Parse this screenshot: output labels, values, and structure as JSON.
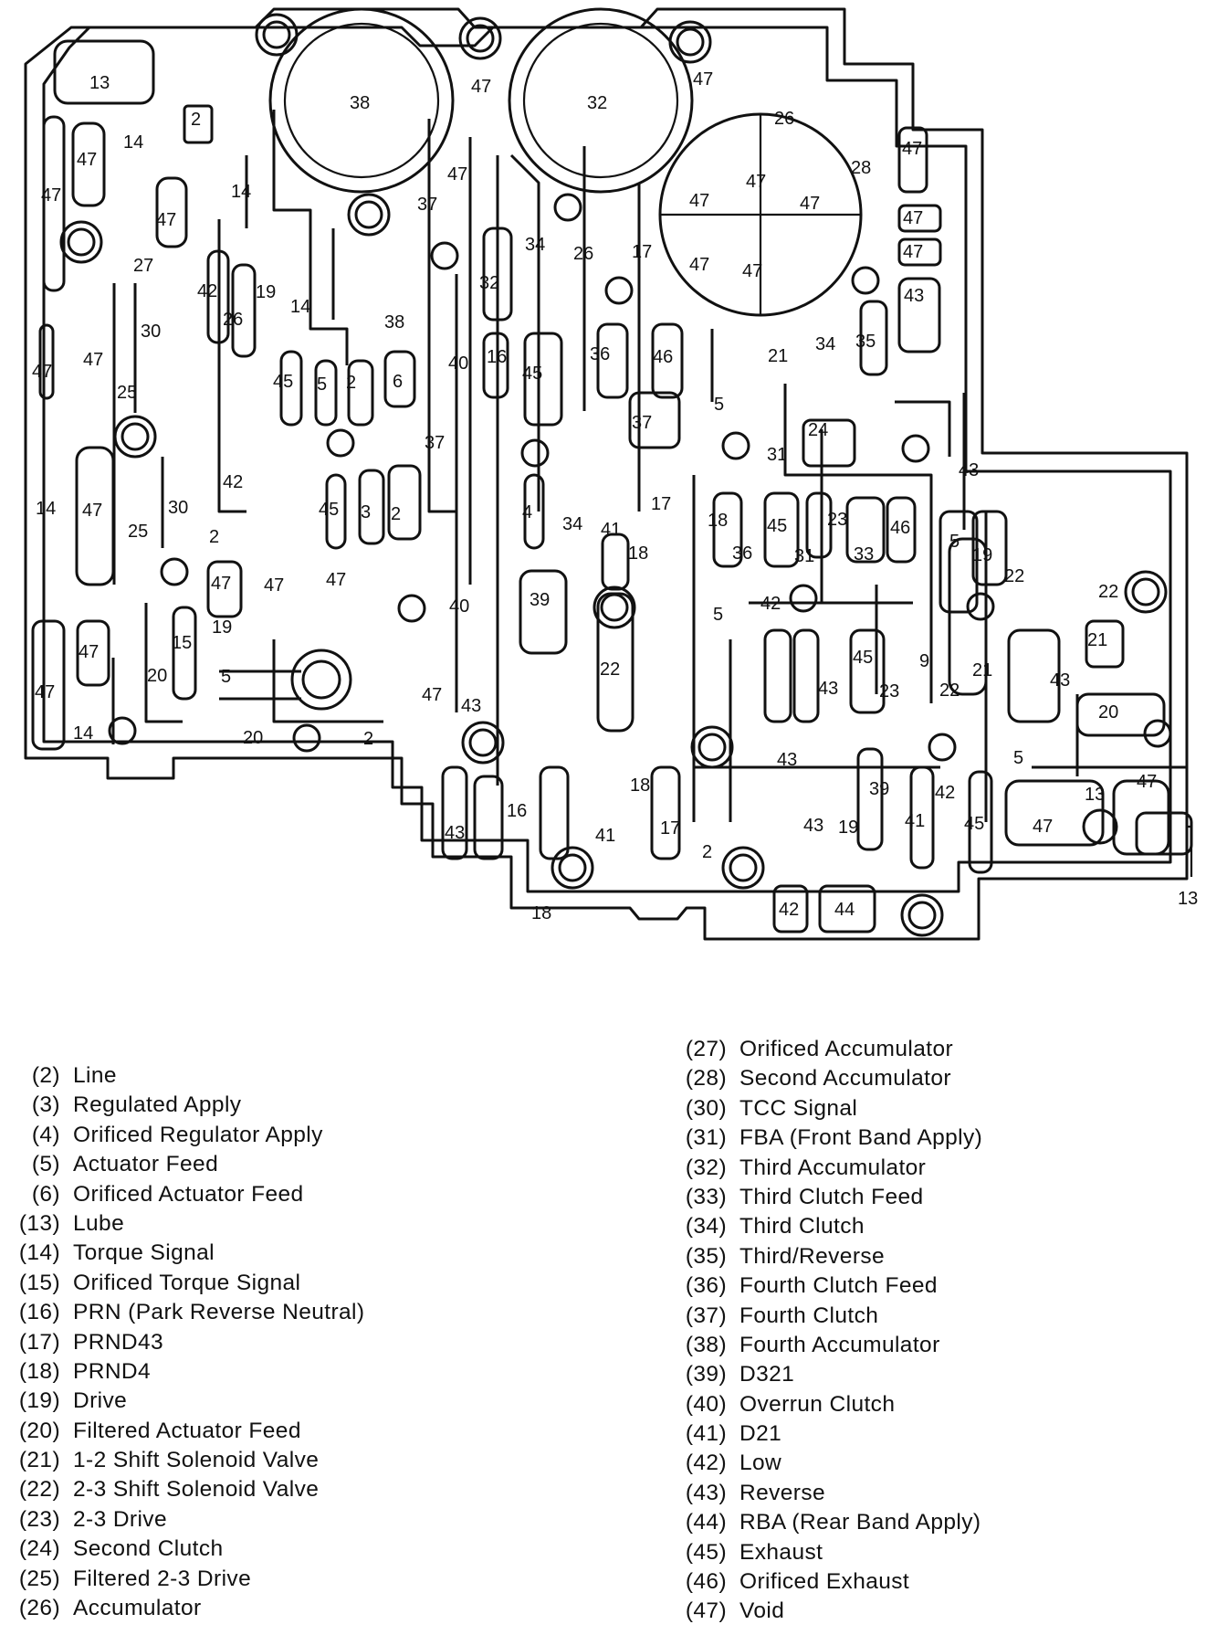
{
  "diagram": {
    "callout": "13",
    "labels": [
      {
        "id": "l1",
        "text": "13"
      },
      {
        "id": "l2",
        "text": "38"
      },
      {
        "id": "l3",
        "text": "47"
      },
      {
        "id": "l4",
        "text": "32"
      },
      {
        "id": "l5",
        "text": "47"
      },
      {
        "id": "l6",
        "text": "2"
      },
      {
        "id": "l7",
        "text": "26"
      },
      {
        "id": "l8",
        "text": "47"
      },
      {
        "id": "l9",
        "text": "14"
      },
      {
        "id": "l10",
        "text": "47"
      },
      {
        "id": "l11",
        "text": "28"
      },
      {
        "id": "l12",
        "text": "47"
      },
      {
        "id": "l13",
        "text": "47"
      },
      {
        "id": "l14",
        "text": "14"
      },
      {
        "id": "l15",
        "text": "47"
      },
      {
        "id": "l16",
        "text": "47"
      },
      {
        "id": "l17",
        "text": "37"
      },
      {
        "id": "l18",
        "text": "47"
      },
      {
        "id": "l19",
        "text": "47"
      },
      {
        "id": "l20",
        "text": "47"
      },
      {
        "id": "l21",
        "text": "34"
      },
      {
        "id": "l22",
        "text": "26"
      },
      {
        "id": "l23",
        "text": "17"
      },
      {
        "id": "l24",
        "text": "47"
      },
      {
        "id": "l25",
        "text": "47"
      },
      {
        "id": "l26",
        "text": "47"
      },
      {
        "id": "l27",
        "text": "27"
      },
      {
        "id": "l28",
        "text": "42"
      },
      {
        "id": "l29",
        "text": "19"
      },
      {
        "id": "l30",
        "text": "32"
      },
      {
        "id": "l31",
        "text": "43"
      },
      {
        "id": "l32",
        "text": "30"
      },
      {
        "id": "l33",
        "text": "26"
      },
      {
        "id": "l34",
        "text": "14"
      },
      {
        "id": "l35",
        "text": "38"
      },
      {
        "id": "l36",
        "text": "34"
      },
      {
        "id": "l37",
        "text": "35"
      },
      {
        "id": "l38",
        "text": "47"
      },
      {
        "id": "l39",
        "text": "47"
      },
      {
        "id": "l40",
        "text": "45"
      },
      {
        "id": "l41",
        "text": "5"
      },
      {
        "id": "l42",
        "text": "2"
      },
      {
        "id": "l43",
        "text": "6"
      },
      {
        "id": "l44",
        "text": "40"
      },
      {
        "id": "l45",
        "text": "16"
      },
      {
        "id": "l46",
        "text": "45"
      },
      {
        "id": "l47",
        "text": "36"
      },
      {
        "id": "l48",
        "text": "46"
      },
      {
        "id": "l49",
        "text": "21"
      },
      {
        "id": "l50",
        "text": "25"
      },
      {
        "id": "l51",
        "text": "5"
      },
      {
        "id": "l52",
        "text": "37"
      },
      {
        "id": "l53",
        "text": "24"
      },
      {
        "id": "l54",
        "text": "37"
      },
      {
        "id": "l55",
        "text": "31"
      },
      {
        "id": "l56",
        "text": "43"
      },
      {
        "id": "l57",
        "text": "14"
      },
      {
        "id": "l58",
        "text": "47"
      },
      {
        "id": "l59",
        "text": "30"
      },
      {
        "id": "l60",
        "text": "42"
      },
      {
        "id": "l61",
        "text": "45"
      },
      {
        "id": "l62",
        "text": "3"
      },
      {
        "id": "l63",
        "text": "2"
      },
      {
        "id": "l64",
        "text": "4"
      },
      {
        "id": "l65",
        "text": "17"
      },
      {
        "id": "l66",
        "text": "25"
      },
      {
        "id": "l67",
        "text": "2"
      },
      {
        "id": "l68",
        "text": "34"
      },
      {
        "id": "l69",
        "text": "41"
      },
      {
        "id": "l70",
        "text": "18"
      },
      {
        "id": "l71",
        "text": "18"
      },
      {
        "id": "l72",
        "text": "36"
      },
      {
        "id": "l73",
        "text": "45"
      },
      {
        "id": "l74",
        "text": "31"
      },
      {
        "id": "l75",
        "text": "23"
      },
      {
        "id": "l76",
        "text": "33"
      },
      {
        "id": "l77",
        "text": "46"
      },
      {
        "id": "l78",
        "text": "5"
      },
      {
        "id": "l79",
        "text": "19"
      },
      {
        "id": "l80",
        "text": "22"
      },
      {
        "id": "l81",
        "text": "47"
      },
      {
        "id": "l82",
        "text": "47"
      },
      {
        "id": "l83",
        "text": "47"
      },
      {
        "id": "l84",
        "text": "39"
      },
      {
        "id": "l85",
        "text": "40"
      },
      {
        "id": "l86",
        "text": "42"
      },
      {
        "id": "l87",
        "text": "22"
      },
      {
        "id": "l88",
        "text": "19"
      },
      {
        "id": "l89",
        "text": "5"
      },
      {
        "id": "l90",
        "text": "15"
      },
      {
        "id": "l91",
        "text": "47"
      },
      {
        "id": "l92",
        "text": "22"
      },
      {
        "id": "l93",
        "text": "45"
      },
      {
        "id": "l94",
        "text": "9"
      },
      {
        "id": "l95",
        "text": "21"
      },
      {
        "id": "l96",
        "text": "21"
      },
      {
        "id": "l97",
        "text": "20"
      },
      {
        "id": "l98",
        "text": "5"
      },
      {
        "id": "l99",
        "text": "47"
      },
      {
        "id": "l100",
        "text": "43"
      },
      {
        "id": "l101",
        "text": "43"
      },
      {
        "id": "l102",
        "text": "23"
      },
      {
        "id": "l103",
        "text": "22"
      },
      {
        "id": "l104",
        "text": "43"
      },
      {
        "id": "l105",
        "text": "20"
      },
      {
        "id": "l106",
        "text": "47"
      },
      {
        "id": "l107",
        "text": "14"
      },
      {
        "id": "l108",
        "text": "20"
      },
      {
        "id": "l109",
        "text": "2"
      },
      {
        "id": "l110",
        "text": "43"
      },
      {
        "id": "l111",
        "text": "18"
      },
      {
        "id": "l112",
        "text": "5"
      },
      {
        "id": "l113",
        "text": "39"
      },
      {
        "id": "l114",
        "text": "42"
      },
      {
        "id": "l115",
        "text": "47"
      },
      {
        "id": "l116",
        "text": "13"
      },
      {
        "id": "l117",
        "text": "47"
      },
      {
        "id": "l118",
        "text": "43"
      },
      {
        "id": "l119",
        "text": "16"
      },
      {
        "id": "l120",
        "text": "41"
      },
      {
        "id": "l121",
        "text": "17"
      },
      {
        "id": "l122",
        "text": "2"
      },
      {
        "id": "l123",
        "text": "43"
      },
      {
        "id": "l124",
        "text": "19"
      },
      {
        "id": "l125",
        "text": "41"
      },
      {
        "id": "l126",
        "text": "45"
      },
      {
        "id": "l127",
        "text": "18"
      },
      {
        "id": "l128",
        "text": "42"
      },
      {
        "id": "l129",
        "text": "44"
      }
    ]
  },
  "legend": {
    "left": [
      {
        "num": "(2)",
        "name": "Line"
      },
      {
        "num": "(3)",
        "name": "Regulated Apply"
      },
      {
        "num": "(4)",
        "name": "Orificed Regulator Apply"
      },
      {
        "num": "(5)",
        "name": "Actuator Feed"
      },
      {
        "num": "(6)",
        "name": "Orificed Actuator Feed"
      },
      {
        "num": "(13)",
        "name": "Lube"
      },
      {
        "num": "(14)",
        "name": "Torque Signal"
      },
      {
        "num": "(15)",
        "name": "Orificed Torque Signal"
      },
      {
        "num": "(16)",
        "name": "PRN (Park Reverse Neutral)"
      },
      {
        "num": "(17)",
        "name": "PRND43"
      },
      {
        "num": "(18)",
        "name": "PRND4"
      },
      {
        "num": "(19)",
        "name": "Drive"
      },
      {
        "num": "(20)",
        "name": "Filtered Actuator Feed"
      },
      {
        "num": "(21)",
        "name": "1-2 Shift Solenoid Valve"
      },
      {
        "num": "(22)",
        "name": "2-3 Shift Solenoid Valve"
      },
      {
        "num": "(23)",
        "name": "2-3 Drive"
      },
      {
        "num": "(24)",
        "name": "Second Clutch"
      },
      {
        "num": "(25)",
        "name": "Filtered 2-3 Drive"
      },
      {
        "num": "(26)",
        "name": "Accumulator"
      }
    ],
    "right": [
      {
        "num": "(27)",
        "name": "Orificed Accumulator"
      },
      {
        "num": "(28)",
        "name": "Second Accumulator"
      },
      {
        "num": "(30)",
        "name": "TCC Signal"
      },
      {
        "num": "(31)",
        "name": "FBA (Front Band Apply)"
      },
      {
        "num": "(32)",
        "name": "Third Accumulator"
      },
      {
        "num": "(33)",
        "name": "Third Clutch Feed"
      },
      {
        "num": "(34)",
        "name": "Third Clutch"
      },
      {
        "num": "(35)",
        "name": "Third/Reverse"
      },
      {
        "num": "(36)",
        "name": "Fourth Clutch Feed"
      },
      {
        "num": "(37)",
        "name": "Fourth Clutch"
      },
      {
        "num": "(38)",
        "name": "Fourth Accumulator"
      },
      {
        "num": "(39)",
        "name": "D321"
      },
      {
        "num": "(40)",
        "name": "Overrun Clutch"
      },
      {
        "num": "(41)",
        "name": "D21"
      },
      {
        "num": "(42)",
        "name": "Low"
      },
      {
        "num": "(43)",
        "name": "Reverse"
      },
      {
        "num": "(44)",
        "name": "RBA (Rear Band Apply)"
      },
      {
        "num": "(45)",
        "name": "Exhaust"
      },
      {
        "num": "(46)",
        "name": "Orificed Exhaust"
      },
      {
        "num": "(47)",
        "name": "Void"
      }
    ]
  }
}
